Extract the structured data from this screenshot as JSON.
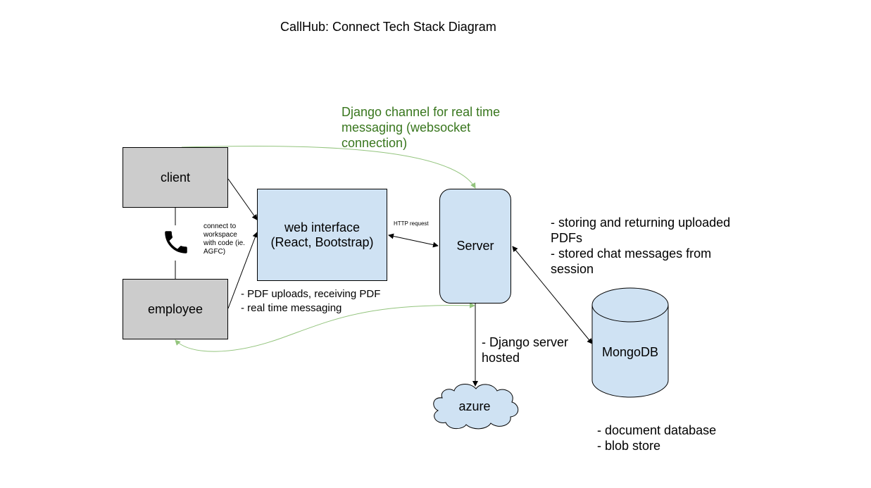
{
  "title": "CallHub: Connect Tech Stack Diagram",
  "nodes": {
    "client": "client",
    "employee": "employee",
    "web_interface_line1": "web interface",
    "web_interface_line2": "(React, Bootstrap)",
    "server": "Server",
    "mongodb": "MongoDB",
    "azure": "azure"
  },
  "labels": {
    "django_channel": [
      "Django channel for real time",
      "messaging (websocket",
      "connection)"
    ],
    "connect_workspace": [
      "connect to",
      "workspace",
      "with code (ie.",
      "AGFC)"
    ],
    "http_request": "HTTP request",
    "web_features": [
      "- PDF uploads, receiving PDF",
      "- real time messaging"
    ],
    "server_storage": [
      "- storing and returning uploaded",
      "PDFs",
      "- stored chat messages from",
      "session"
    ],
    "django_hosted": [
      "- Django server",
      "hosted"
    ],
    "db_features": [
      "- document database",
      "- blob store"
    ]
  },
  "icons": {
    "phone": "phone-icon"
  },
  "colors": {
    "node_gray": "#cccccc",
    "node_blue": "#cfe2f3",
    "websocket_green": "#38761d",
    "websocket_line": "#93c47d"
  }
}
